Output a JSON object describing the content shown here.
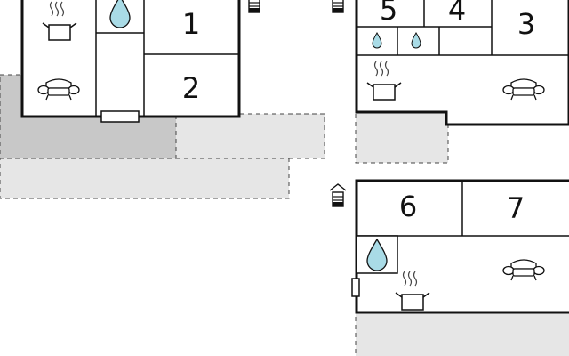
{
  "colors": {
    "wall": "#111111",
    "terrace_dark": "#c8c8c8",
    "terrace_light": "#e6e6e6",
    "dash": "#444444",
    "water": "#a9dbe6",
    "background": "#ffffff"
  },
  "rooms": {
    "r1": "1",
    "r2": "2",
    "r3": "3",
    "r4": "4",
    "r5": "5",
    "r6": "6",
    "r7": "7"
  },
  "icons": {
    "kitchen": "kitchen-pot-icon",
    "living": "sofa-icon",
    "bathroom": "water-drop-icon",
    "stairs": "stairs-icon",
    "door": "door-icon"
  }
}
